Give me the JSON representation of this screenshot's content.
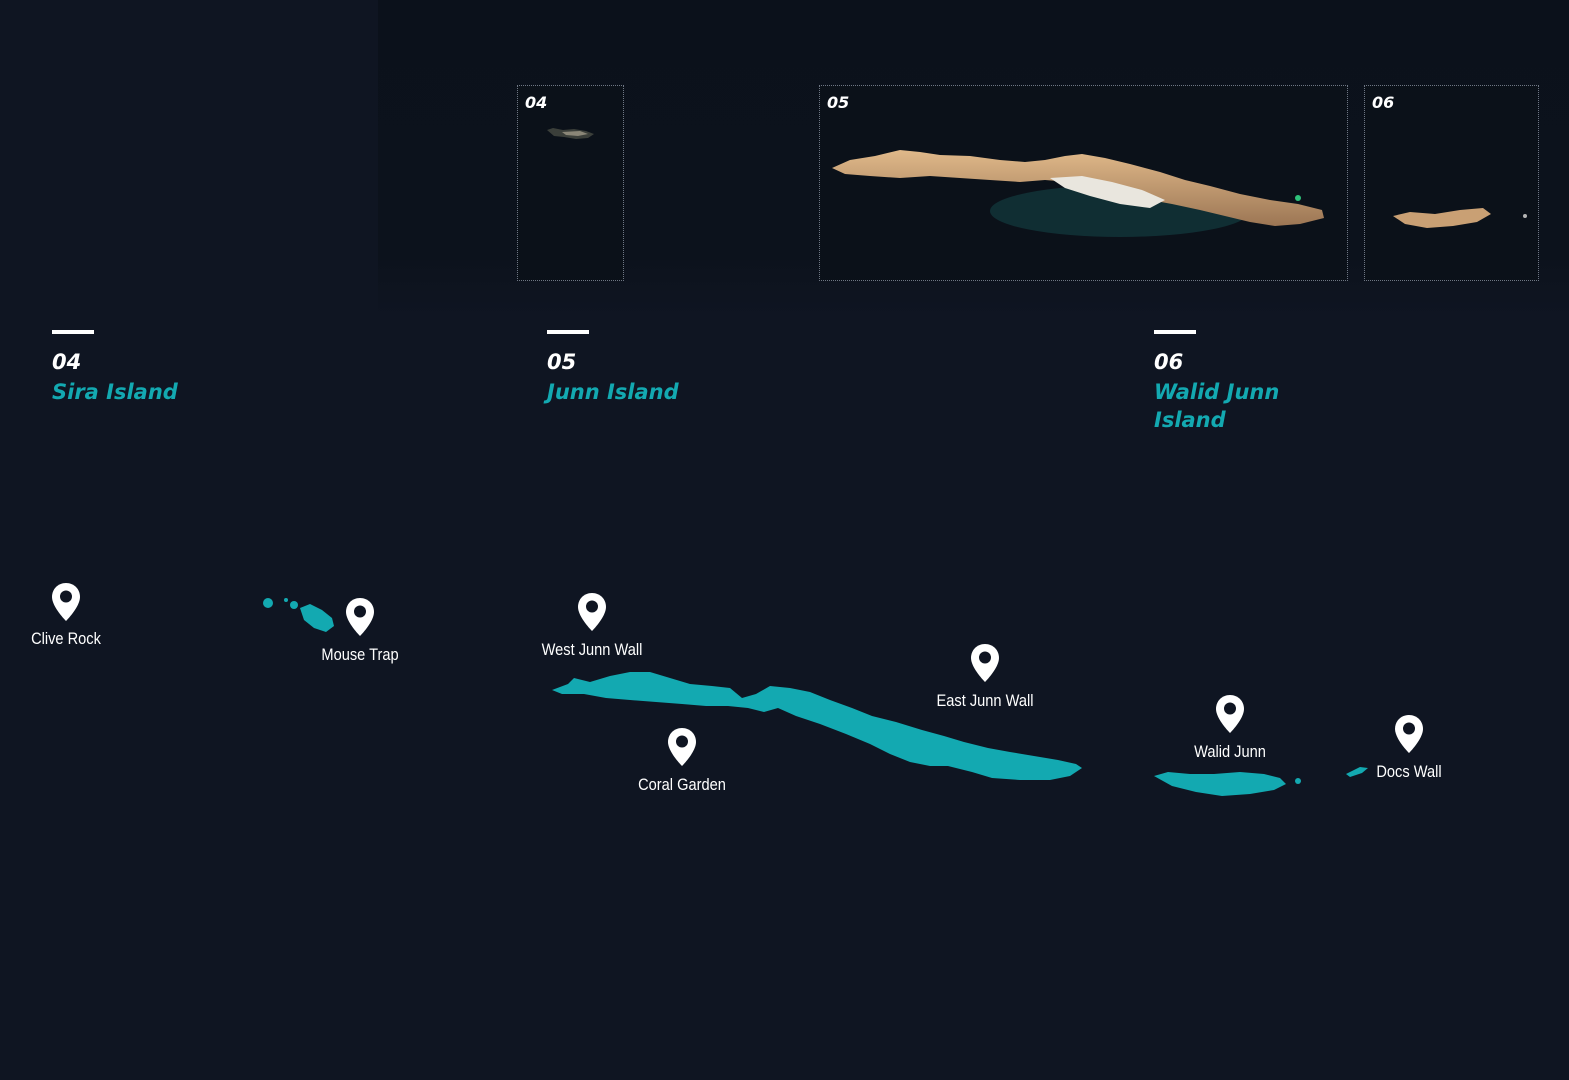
{
  "inset_maps": [
    {
      "number": "04"
    },
    {
      "number": "05"
    },
    {
      "number": "06"
    }
  ],
  "sections": [
    {
      "number": "04",
      "name": "Sira Island"
    },
    {
      "number": "05",
      "name": "Junn Island"
    },
    {
      "number": "06",
      "name_line1": "Walid Junn",
      "name_line2": "Island"
    }
  ],
  "dive_sites": [
    {
      "name": "Clive Rock",
      "icon": "map-pin-icon"
    },
    {
      "name": "Mouse Trap",
      "icon": "map-pin-icon"
    },
    {
      "name": "West Junn Wall",
      "icon": "map-pin-icon"
    },
    {
      "name": "Coral Garden",
      "icon": "map-pin-icon"
    },
    {
      "name": "East Junn Wall",
      "icon": "map-pin-icon"
    },
    {
      "name": "Walid Junn",
      "icon": "map-pin-icon"
    },
    {
      "name": "Docs Wall",
      "icon": "map-pin-icon"
    }
  ],
  "colors": {
    "background": "#0f1522",
    "island_fill": "#13a9b1",
    "heading_accent": "#13a9b1",
    "pin": "#ffffff"
  }
}
